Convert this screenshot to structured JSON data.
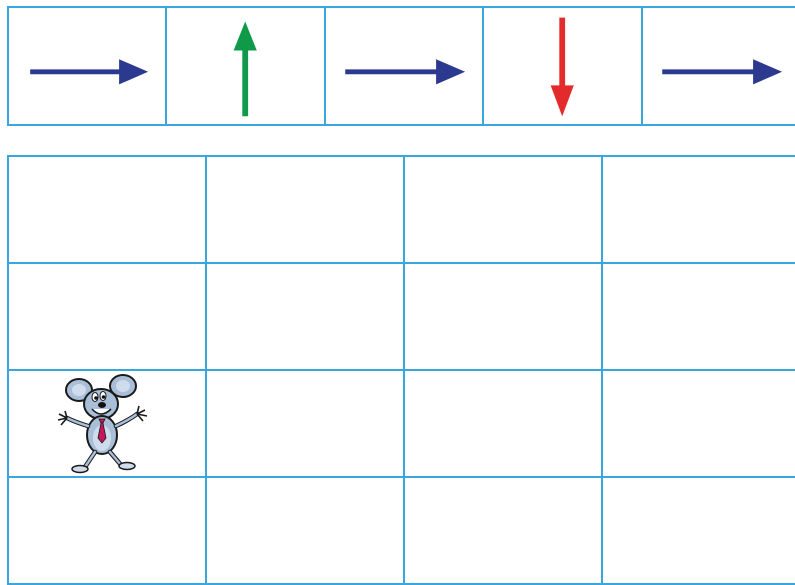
{
  "arrow_sequence": [
    {
      "direction": "right",
      "icon": "right-arrow-icon",
      "color": "#2b3a8f"
    },
    {
      "direction": "up",
      "icon": "up-arrow-icon",
      "color": "#0f9a4a"
    },
    {
      "direction": "right",
      "icon": "right-arrow-icon",
      "color": "#2b3a8f"
    },
    {
      "direction": "down",
      "icon": "down-arrow-icon",
      "color": "#e32b2b"
    },
    {
      "direction": "right",
      "icon": "right-arrow-icon",
      "color": "#2b3a8f"
    }
  ],
  "grid": {
    "rows": 4,
    "cols": 4,
    "line_color": "#3aa6df"
  },
  "mouse": {
    "icon": "mouse-character-icon",
    "row": 3,
    "col": 1
  }
}
